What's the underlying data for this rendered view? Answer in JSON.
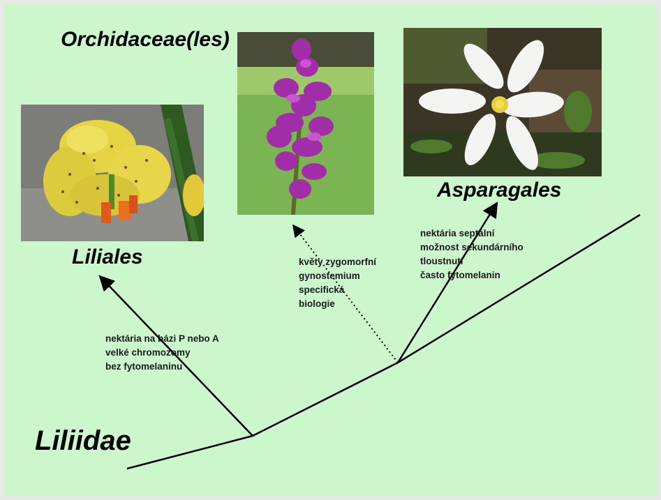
{
  "clades": {
    "root": "Liliidae",
    "liliales": "Liliales",
    "orchidaceae": "Orchidaceae(les)",
    "asparagales": "Asparagales"
  },
  "notes": {
    "liliales": [
      "nektária na bázi P nebo A",
      "velké chromozomy",
      "bez fytomelaninu"
    ],
    "orchidaceae": [
      "květy zygomorfní",
      "gynostemium",
      "specifická",
      "biologie"
    ],
    "asparagales": [
      "nektária septální",
      "možnost sekundárního",
      "tloustnutí",
      "často fytomelanin"
    ]
  },
  "photos": {
    "liliales": "yellow-spotted-lily-photo",
    "orchidaceae": "purple-orchid-photo",
    "asparagales": "white-star-flower-photo"
  },
  "colors": {
    "background": "#ccf7cc",
    "lines": "#000000"
  }
}
